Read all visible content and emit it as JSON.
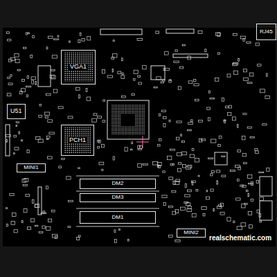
{
  "diagram": {
    "nodes": [
      {
        "text": [
          "RJ45"
        ]
      },
      {
        "text": [
          "VGA1"
        ]
      },
      {
        "text": [
          "U51"
        ]
      },
      {
        "text": [
          "PCH1"
        ]
      },
      {
        "text": [
          "MINI1"
        ]
      },
      {
        "text": [
          "DM2"
        ]
      },
      {
        "text": [
          "DM3"
        ]
      },
      {
        "text": [
          "DM1"
        ]
      },
      {
        "text": [
          "MINI2"
        ]
      }
    ],
    "edges": [],
    "labels": [
      "realschematic.com"
    ]
  }
}
